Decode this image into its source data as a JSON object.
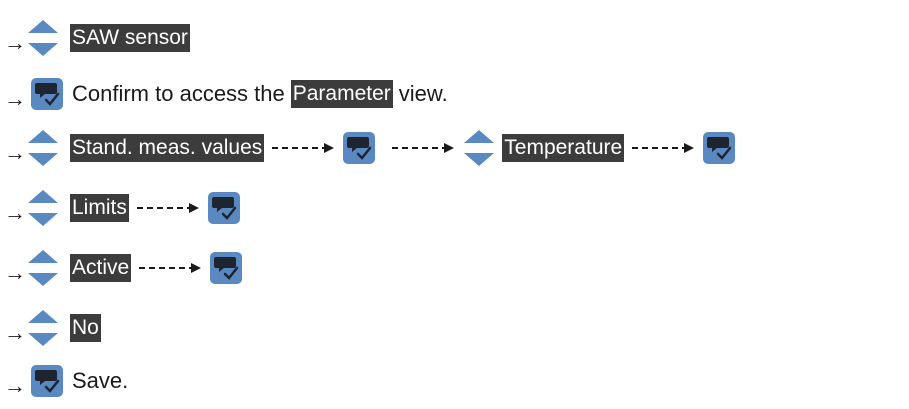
{
  "steps": [
    {
      "menu": "SAW sensor"
    },
    {
      "text_before": "Confirm to access the",
      "menu": "Parameter",
      "text_after": "view."
    },
    {
      "menu_1": "Stand. meas. values",
      "menu_2": "Temperature"
    },
    {
      "menu": "Limits"
    },
    {
      "menu": "Active"
    },
    {
      "menu": "No"
    },
    {
      "text": "Save."
    }
  ],
  "arrow_symbol": "→",
  "icons": {
    "navigate": "up-down-arrow-icon",
    "confirm": "confirm-button-icon"
  },
  "colors": {
    "icon_blue": "#5a89c2",
    "icon_dark": "#1e2530",
    "highlight_bg": "#3c3c3c",
    "highlight_text": "#ffffff"
  }
}
